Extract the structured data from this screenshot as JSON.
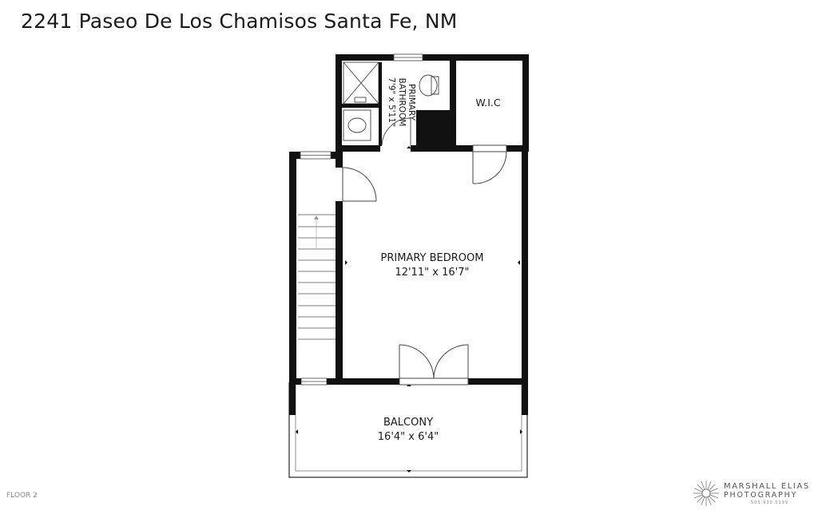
{
  "header": {
    "title": "2241 Paseo De Los Chamisos Santa Fe, NM"
  },
  "floor": {
    "label": "FLOOR 2"
  },
  "rooms": {
    "bedroom": {
      "name": "PRIMARY BEDROOM",
      "dims": "12'11\" x 16'7\""
    },
    "bathroom": {
      "name_line1": "PRIMARY",
      "name_line2": "BATHROOM",
      "dims": "7'9\" x 5'11\""
    },
    "closet": {
      "name": "W.I.C"
    },
    "balcony": {
      "name": "BALCONY",
      "dims": "16'4\" x 6'4\""
    }
  },
  "branding": {
    "line1": "MARSHALL ELIAS",
    "line2": "PHOTOGRAPHY",
    "phone": "505.930.5199"
  },
  "colors": {
    "wall": "#111111",
    "line": "#444444",
    "background": "#ffffff"
  }
}
